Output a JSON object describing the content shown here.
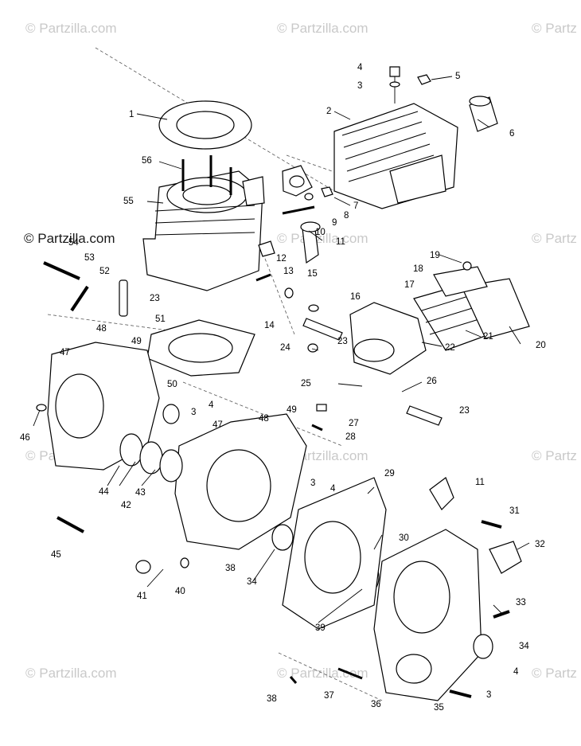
{
  "watermark": {
    "text": "© Partzilla.com",
    "text_dark": "© Partzilla.com",
    "partial_right": "© Partz"
  },
  "callouts": [
    "1",
    "2",
    "3",
    "4",
    "5",
    "6",
    "7",
    "8",
    "9",
    "10",
    "11",
    "12",
    "13",
    "14",
    "15",
    "16",
    "17",
    "18",
    "19",
    "20",
    "21",
    "22",
    "23",
    "24",
    "25",
    "26",
    "27",
    "28",
    "29",
    "30",
    "31",
    "32",
    "33",
    "34",
    "35",
    "36",
    "37",
    "38",
    "39",
    "40",
    "41",
    "42",
    "43",
    "44",
    "45",
    "46",
    "47",
    "48",
    "49",
    "50",
    "51",
    "52",
    "53",
    "54",
    "55",
    "56"
  ],
  "labels": {
    "l1": "1",
    "l2": "2",
    "l3a": "3",
    "l4a": "4",
    "l5": "5",
    "l6": "6",
    "l7": "7",
    "l8": "8",
    "l9": "9",
    "l10": "10",
    "l11a": "11",
    "l12": "12",
    "l13": "13",
    "l14": "14",
    "l15": "15",
    "l16": "16",
    "l17": "17",
    "l18": "18",
    "l19": "19",
    "l20": "20",
    "l21": "21",
    "l22": "22",
    "l23a": "23",
    "l23b": "23",
    "l23c": "23",
    "l24": "24",
    "l25": "25",
    "l26": "26",
    "l27": "27",
    "l28": "28",
    "l29": "29",
    "l30": "30",
    "l11b": "11",
    "l31": "31",
    "l32": "32",
    "l33": "33",
    "l34a": "34",
    "l34b": "34",
    "l35": "35",
    "l36": "36",
    "l37": "37",
    "l38a": "38",
    "l38b": "38",
    "l39": "39",
    "l40": "40",
    "l41": "41",
    "l42": "42",
    "l43": "43",
    "l44": "44",
    "l45": "45",
    "l46": "46",
    "l47a": "47",
    "l47b": "47",
    "l48a": "48",
    "l48b": "48",
    "l49a": "49",
    "l49b": "49",
    "l50": "50",
    "l3b": "3",
    "l4b": "4",
    "l3c": "3",
    "l4c": "4",
    "l3d": "3",
    "l4d": "4",
    "l51": "51",
    "l52": "52",
    "l53": "53",
    "l54": "54",
    "l55": "55",
    "l56": "56"
  }
}
